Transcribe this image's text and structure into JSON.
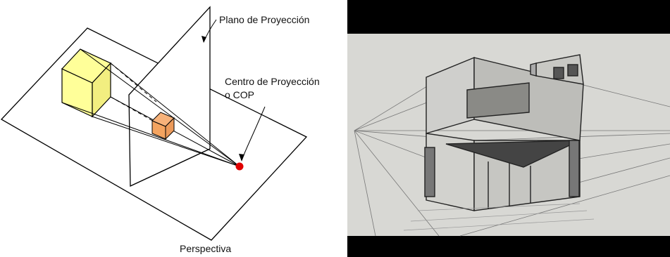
{
  "diagram": {
    "labels": {
      "projection_plane": "Plano de Proyección",
      "cop_line1": "Centro de Proyección",
      "cop_line2": "o COP",
      "caption": "Perspectiva"
    },
    "colors": {
      "object_cube": "#ffff99",
      "projected_cube": "#f4a460",
      "cop_point": "#e00000",
      "lines": "#000000"
    }
  },
  "photo": {
    "description_icon": "perspective-sketch-photo",
    "colors": {
      "letterbox": "#000000",
      "paper": "#d9d9d6"
    }
  }
}
